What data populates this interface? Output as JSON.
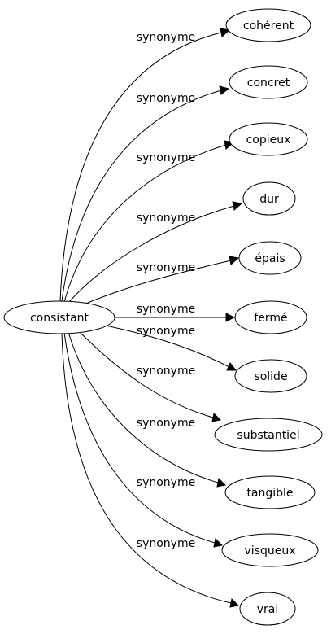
{
  "graph": {
    "source": "consistant",
    "edge_label": "synonyme",
    "targets": [
      "cohérent",
      "concret",
      "copieux",
      "dur",
      "épais",
      "fermé",
      "solide",
      "substantiel",
      "tangible",
      "visqueux",
      "vrai"
    ]
  }
}
